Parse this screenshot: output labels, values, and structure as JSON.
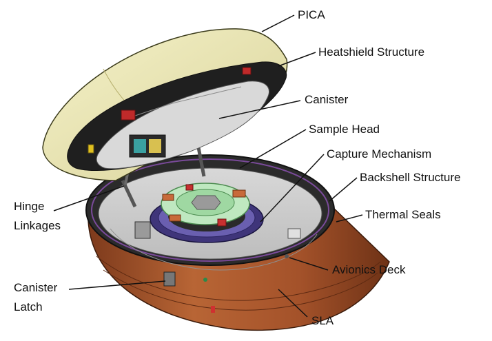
{
  "labels": {
    "pica": "PICA",
    "heatshield_structure": "Heatshield Structure",
    "canister": "Canister",
    "sample_head": "Sample Head",
    "capture_mechanism": "Capture Mechanism",
    "backshell_structure": "Backshell Structure",
    "thermal_seals": "Thermal Seals",
    "hinge_line1": "Hinge",
    "hinge_line2": "Linkages",
    "avionics_deck": "Avionics Deck",
    "latch_line1": "Canister",
    "latch_line2": "Latch",
    "sla": "SLA"
  },
  "colors": {
    "pica": "#ece8b4",
    "heatshield_inner": "#d9d9d9",
    "sla": "#a4522a",
    "deck": "#c9c9c9",
    "sample_head_ring": "#bfe8c0",
    "capture_ring": "#6a5fb0",
    "dark": "#1a1a1a"
  }
}
